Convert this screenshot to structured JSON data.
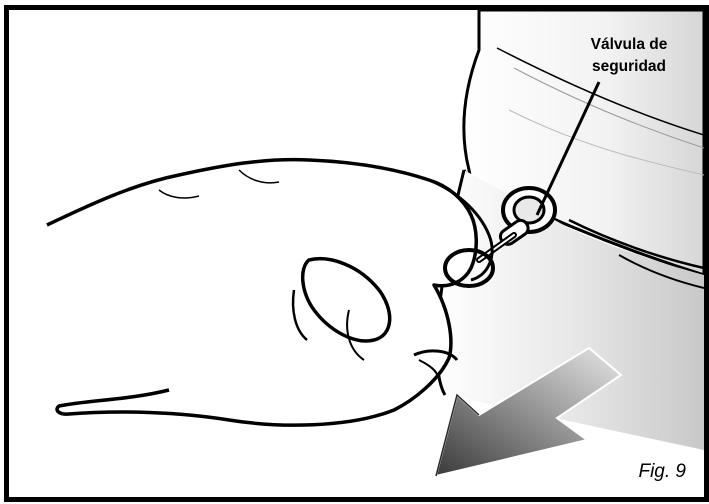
{
  "callout": {
    "line1": "Válvula de",
    "line2": "seguridad"
  },
  "figure_label": "Fig. 9",
  "colors": {
    "frame": "#000000",
    "background": "#ffffff",
    "arrow_dark": "#3a3a3a",
    "arrow_light": "#d9d9d9",
    "pot_shadow": "#cfcfcf"
  },
  "icons": [
    "hand-illustration",
    "pressure-cooker-illustration",
    "safety-valve-icon",
    "pull-direction-arrow-icon"
  ]
}
